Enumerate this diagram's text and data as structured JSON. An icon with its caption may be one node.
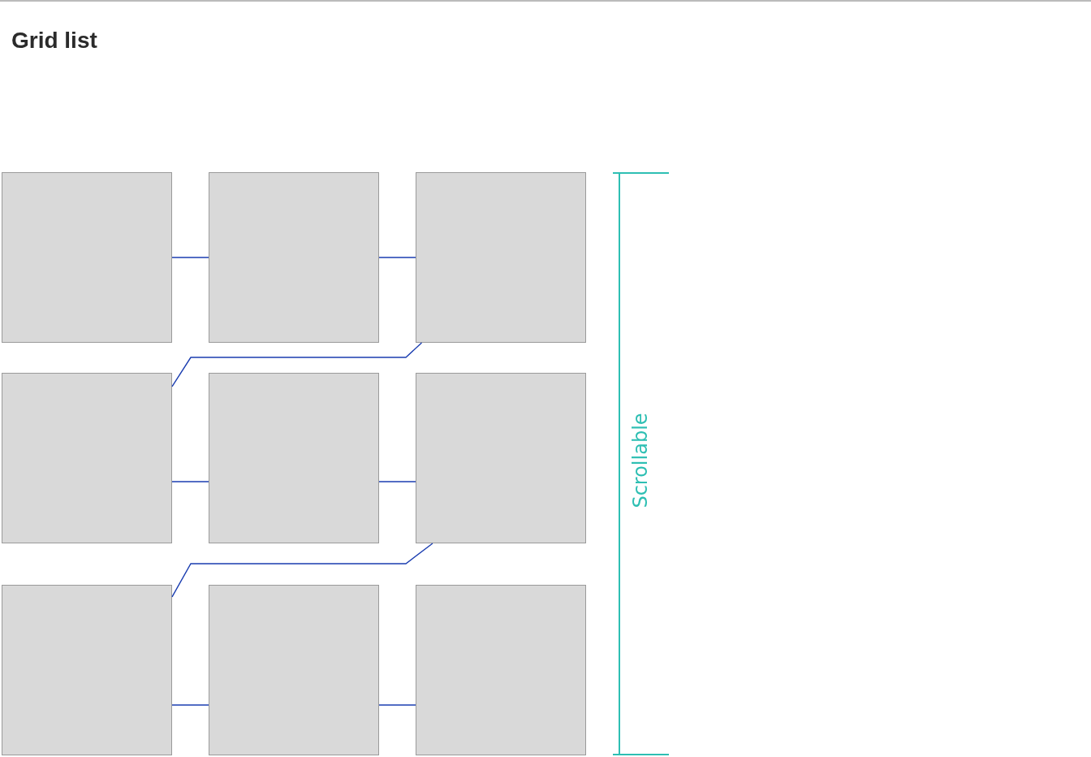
{
  "diagram": {
    "title": "Grid list",
    "nodes": [
      {
        "text": [],
        "shape": "box"
      },
      {
        "text": [],
        "shape": "box"
      },
      {
        "text": [],
        "shape": "box"
      },
      {
        "text": [],
        "shape": "box"
      },
      {
        "text": [],
        "shape": "box"
      },
      {
        "text": [],
        "shape": "box"
      },
      {
        "text": [],
        "shape": "box"
      },
      {
        "text": [],
        "shape": "box"
      },
      {
        "text": [],
        "shape": "box"
      }
    ],
    "edges": [
      {
        "from": 0,
        "to": 1,
        "arrow": "none"
      },
      {
        "from": 1,
        "to": 2,
        "arrow": "none"
      },
      {
        "from": 2,
        "to": 3,
        "arrow": "none"
      },
      {
        "from": 3,
        "to": 4,
        "arrow": "none"
      },
      {
        "from": 4,
        "to": 5,
        "arrow": "none"
      },
      {
        "from": 5,
        "to": 6,
        "arrow": "none"
      },
      {
        "from": 6,
        "to": 7,
        "arrow": "none"
      },
      {
        "from": 7,
        "to": 8,
        "arrow": "none"
      }
    ],
    "labels": [
      "Scrollable"
    ]
  }
}
